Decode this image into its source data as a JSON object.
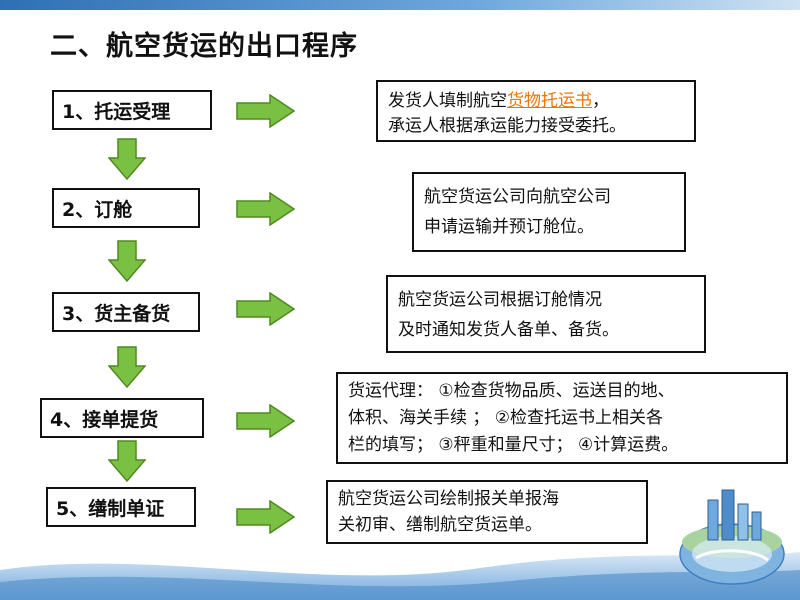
{
  "title": "二、航空货运的出口程序",
  "colors": {
    "arrow_fill": "#7ac143",
    "arrow_stroke": "#4f8a1f",
    "link": "#e8760a",
    "wave": "#6fa8dc"
  },
  "steps": [
    {
      "label": "1、托运受理",
      "desc_lines": [
        "发货人填制航空",
        "，",
        "承运人根据承运能力接受委托。"
      ],
      "link_text": "货物托运书"
    },
    {
      "label": "2、订舱",
      "desc_lines": [
        "航空货运公司向航空公司",
        "申请运输并预订舱位。"
      ]
    },
    {
      "label": "3、货主备货",
      "desc_lines": [
        "航空货运公司根据订舱情况",
        "及时通知发货人备单、备货。"
      ]
    },
    {
      "label": "4、接单提货",
      "desc_lines": [
        "货运代理：  ①检查货物品质、运送目的地、",
        "体积、海关手续  ；  ②检查托运书上相关各",
        "栏的填写；  ③秤重和量尺寸；  ④计算运费。"
      ]
    },
    {
      "label": "5、缮制单证",
      "desc_lines": [
        "航空货运公司绘制报关单报海",
        "关初审、缮制航空货运单。"
      ]
    }
  ]
}
